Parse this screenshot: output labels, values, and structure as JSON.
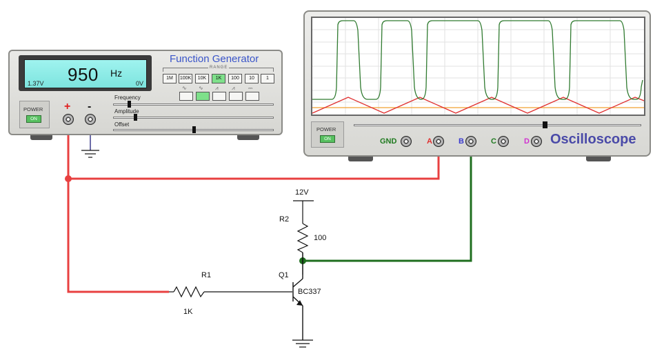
{
  "function_generator": {
    "title_part1": "Function ",
    "title_part2": "Generator",
    "display_value": "950",
    "display_unit": "Hz",
    "display_left": "1.37V",
    "display_right": "0V",
    "range_label": "RANGE",
    "range_buttons": [
      "1M",
      "100K",
      "10K",
      "1K",
      "100",
      "10",
      "1"
    ],
    "range_selected": "1K",
    "waveform_icons": [
      "∿",
      "∿",
      "⩘",
      "⩘",
      "⎓"
    ],
    "waveform_selected_index": 1,
    "power_label": "POWER",
    "power_state": "ON",
    "positive_sign": "+",
    "negative_sign": "-",
    "sliders": {
      "frequency_label": "Frequency",
      "amplitude_label": "Amplitude",
      "offset_label": "Offset"
    }
  },
  "oscilloscope": {
    "title": "Oscilloscope",
    "power_label": "POWER",
    "power_state": "ON",
    "channels": [
      {
        "label": "GND",
        "color": "#1f7a1f"
      },
      {
        "label": "A",
        "color": "#e03030"
      },
      {
        "label": "B",
        "color": "#3a3ad0"
      },
      {
        "label": "C",
        "color": "#1f7a1f"
      },
      {
        "label": "D",
        "color": "#d030d0"
      }
    ],
    "trace_colors": {
      "A": "#e03030",
      "B": "#2f7a2f",
      "offset": "#f0a030"
    }
  },
  "circuit": {
    "supply_label": "12V",
    "r2_name": "R2",
    "r2_value": "100",
    "r1_name": "R1",
    "r1_value": "1K",
    "q1_name": "Q1",
    "q1_part": "BC337",
    "wire_colors": {
      "red": "#e84040",
      "green": "#1e6e1e",
      "black": "#111111"
    }
  }
}
